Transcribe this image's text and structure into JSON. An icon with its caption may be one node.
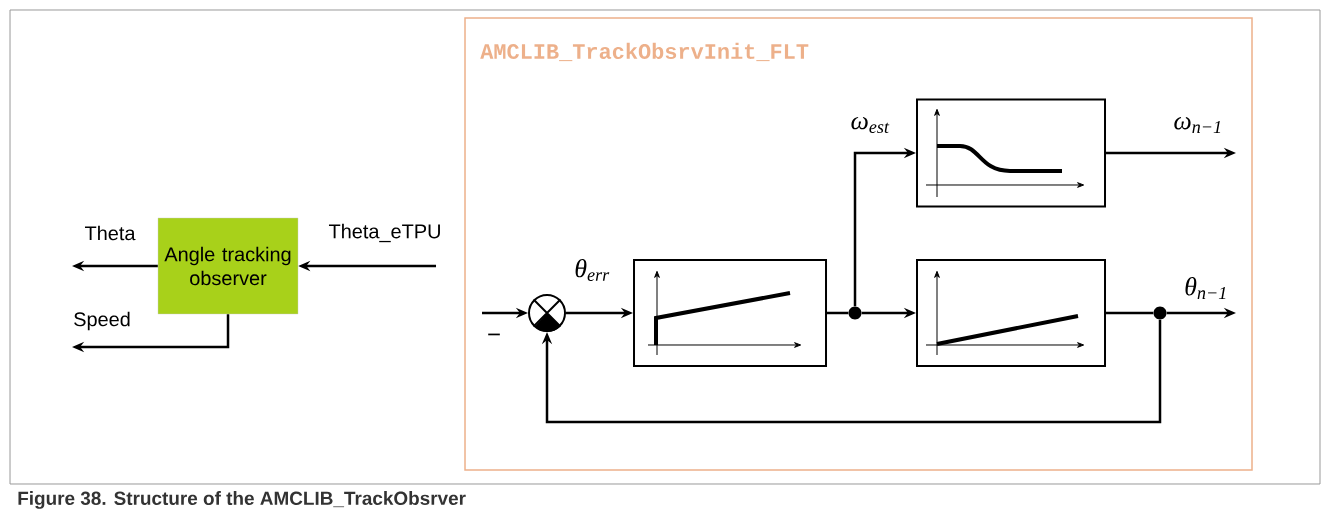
{
  "diagram": {
    "caption": "Figure 38.  Structure of the AMCLIB_TrackObsrver",
    "nodes": [
      {
        "text": [
          "Angle tracking observer"
        ]
      },
      {
        "text": [
          "AMCLIB_TrackObsrvInit_FLT"
        ]
      },
      {
        "text": [],
        "shape": "circle",
        "in": 1
      },
      {
        "text": [],
        "shape": "box",
        "in": 1
      },
      {
        "text": [],
        "shape": "box",
        "in": 1
      },
      {
        "text": [],
        "shape": "box",
        "in": 1
      },
      {
        "text": [],
        "shape": "circle",
        "in": 1
      },
      {
        "text": [],
        "shape": "circle",
        "in": 1
      }
    ],
    "edges": [
      {
        "from": 0,
        "to": null,
        "arrow": "to",
        "label": "Theta"
      },
      {
        "from": 0,
        "to": null,
        "arrow": "to",
        "label": "Speed"
      },
      {
        "from": null,
        "to": 0,
        "arrow": "to",
        "label": "Theta_eTPU"
      },
      {
        "from": null,
        "to": 2,
        "arrow": "to"
      },
      {
        "from": 2,
        "to": 3,
        "arrow": "to",
        "label": "θ$_{err}$"
      },
      {
        "from": 3,
        "to": 6,
        "arrow": "none"
      },
      {
        "from": 6,
        "to": 4,
        "arrow": "to",
        "label": "ω$_{est}$"
      },
      {
        "from": 6,
        "to": 5,
        "arrow": "to"
      },
      {
        "from": 4,
        "to": null,
        "arrow": "to",
        "label": "ω$_{n−1}$"
      },
      {
        "from": 5,
        "to": 7,
        "arrow": "none"
      },
      {
        "from": 7,
        "to": null,
        "arrow": "to",
        "label": "θ$_{n−1}$"
      },
      {
        "from": 7,
        "to": 2,
        "arrow": "to"
      }
    ],
    "labels": [
      "−"
    ]
  }
}
